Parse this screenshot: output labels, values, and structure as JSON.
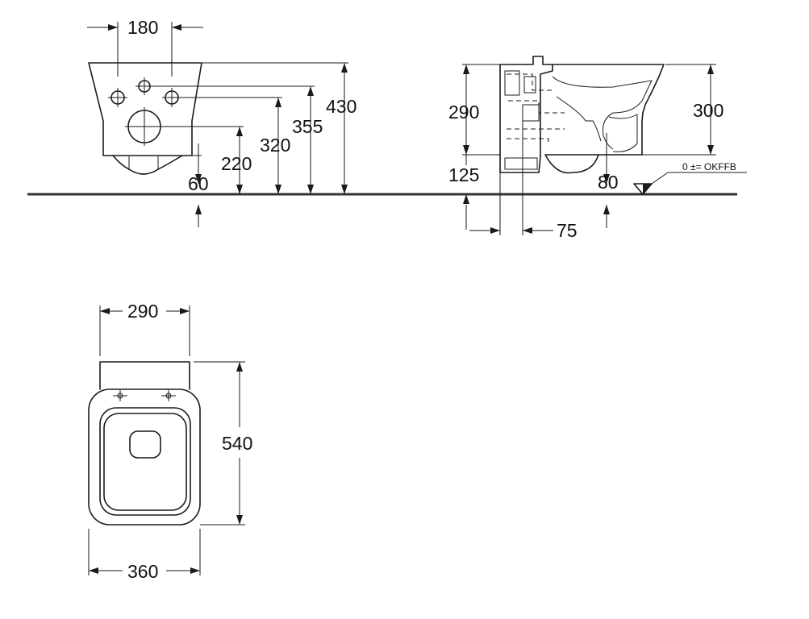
{
  "front_view": {
    "width_label": "180",
    "height_labels": [
      "430",
      "355",
      "320",
      "220",
      "60"
    ]
  },
  "side_view": {
    "labels": [
      "290",
      "125",
      "300",
      "80",
      "75"
    ],
    "floor_reference": "0 ±= OKFFB"
  },
  "top_view": {
    "top_width_label": "290",
    "length_label": "540",
    "bottom_width_label": "360"
  }
}
